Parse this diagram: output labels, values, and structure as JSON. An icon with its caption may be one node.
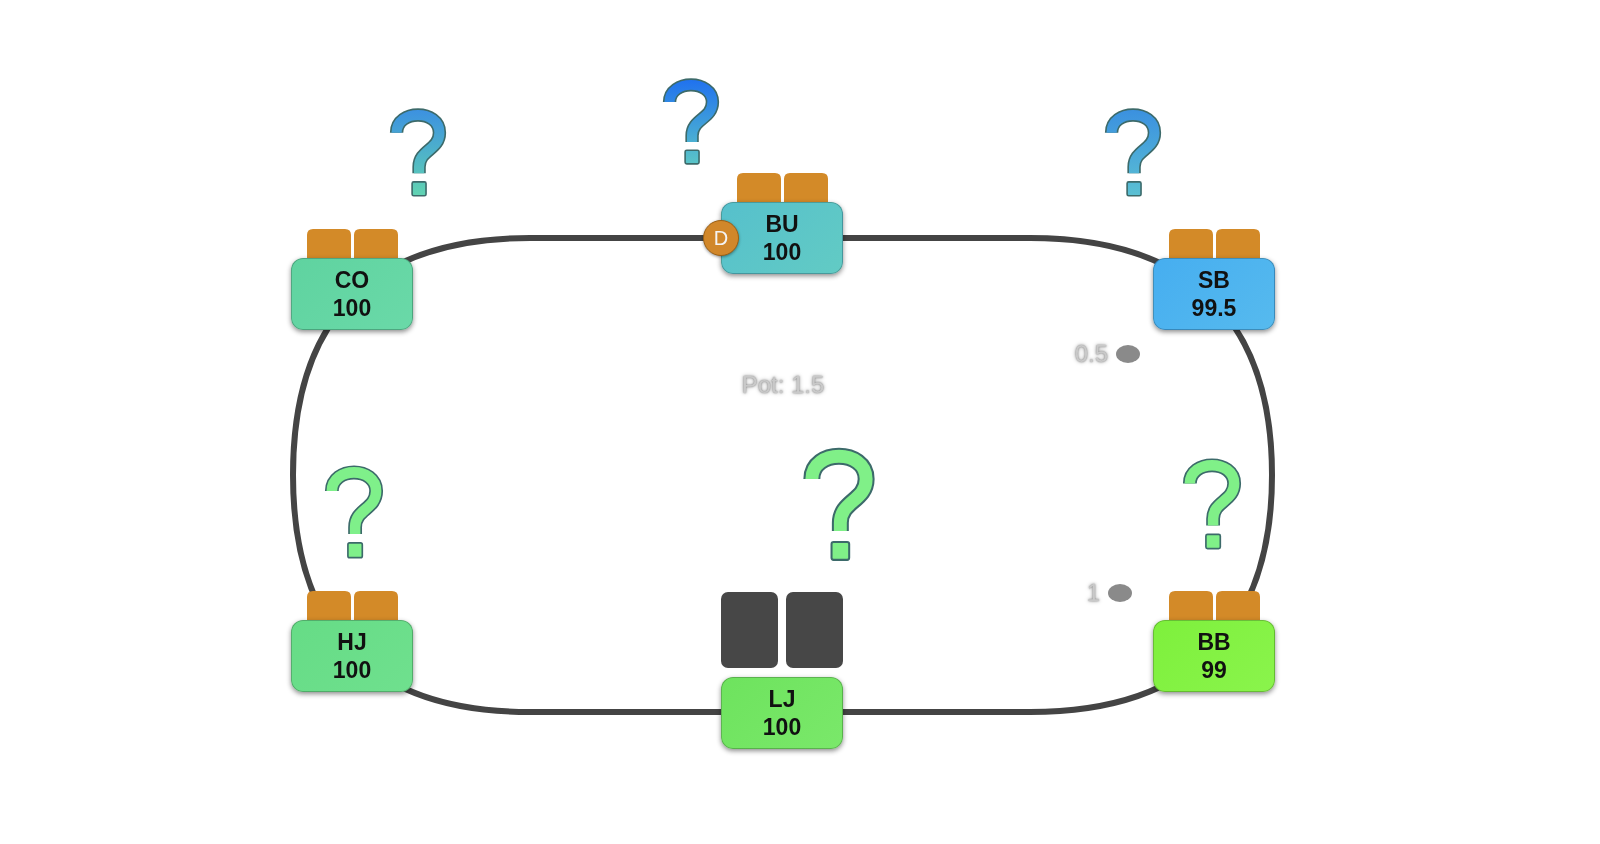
{
  "diagram": {
    "nodes": [
      {
        "text": [
          "CO",
          "100"
        ]
      },
      {
        "text": [
          "BU",
          "100"
        ]
      },
      {
        "text": [
          "D"
        ]
      },
      {
        "text": [
          "SB",
          "99.5"
        ],
        "beside": [
          "0.5"
        ]
      },
      {
        "text": [
          "HJ",
          "100"
        ]
      },
      {
        "text": [
          "LJ",
          "100"
        ]
      },
      {
        "text": [
          "BB",
          "99"
        ],
        "beside": [
          "1"
        ]
      }
    ],
    "labels": [
      "Pot: 1.5"
    ]
  }
}
